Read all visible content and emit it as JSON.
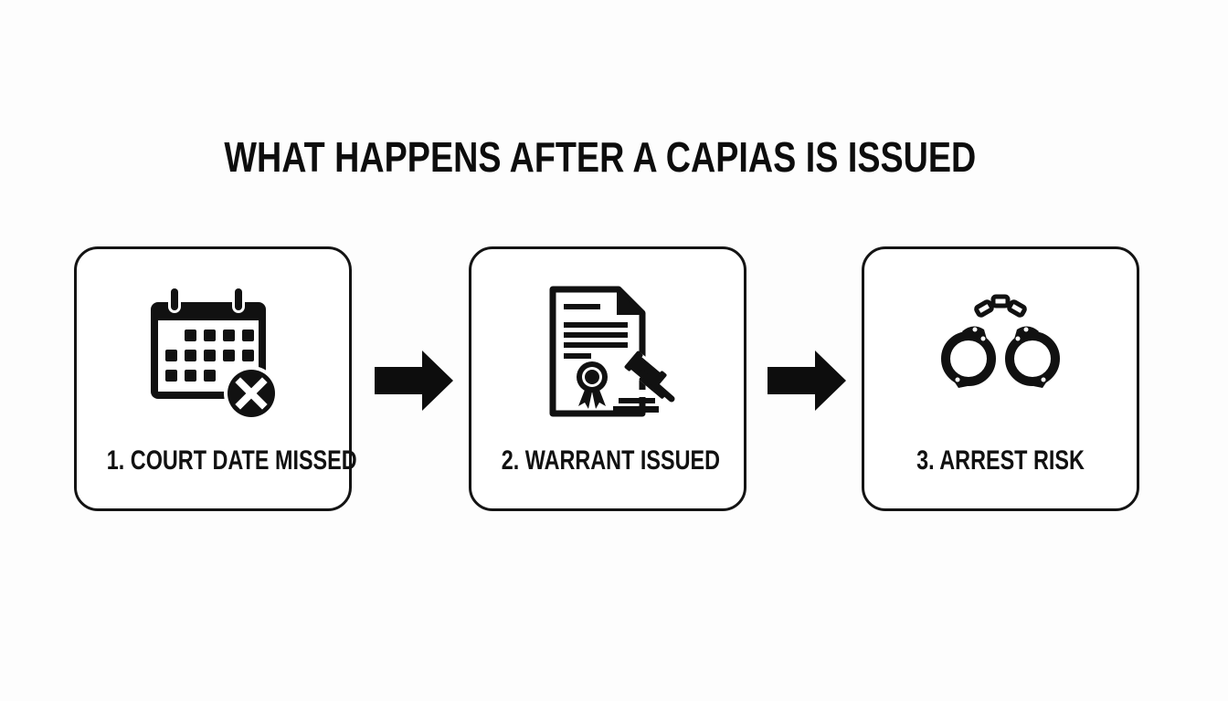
{
  "title": "WHAT HAPPENS AFTER A CAPIAS IS ISSUED",
  "colors": {
    "background": "#fdfdfd",
    "ink": "#111111",
    "card_fill": "#ffffff"
  },
  "steps": [
    {
      "number": 1,
      "label": "1. COURT DATE MISSED",
      "icon": "calendar-x-icon"
    },
    {
      "number": 2,
      "label": "2. WARRANT ISSUED",
      "icon": "document-gavel-icon"
    },
    {
      "number": 3,
      "label": "3. ARREST RISK",
      "icon": "handcuffs-icon"
    }
  ],
  "connectors": [
    {
      "from": 1,
      "to": 2,
      "icon": "arrow-right-icon"
    },
    {
      "from": 2,
      "to": 3,
      "icon": "arrow-right-icon"
    }
  ]
}
